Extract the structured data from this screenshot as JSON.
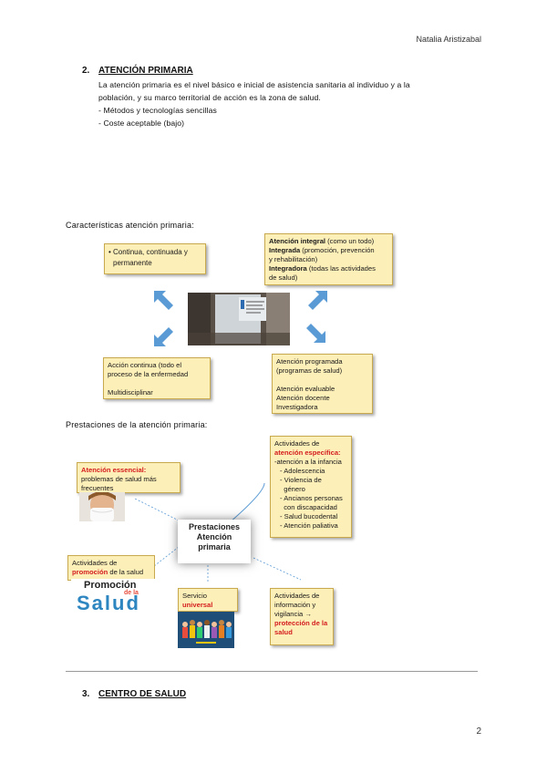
{
  "header": {
    "author": "Natalia Aristizabal"
  },
  "section2": {
    "number": "2.",
    "title": "ATENCIÓN PRIMARIA",
    "paragraph_line1": "La atención primaria es el nivel básico e inicial de asistencia sanitaria al individuo y a la",
    "paragraph_line2": "población, y su marco territorial de acción es la zona de salud.",
    "bullet1": "- Métodos y tecnologías sencillas",
    "bullet2": "- Coste aceptable (bajo)"
  },
  "diagram1": {
    "caption": "Características atención primaria:",
    "box_top_left": {
      "line1": "• Continua, continuada y",
      "line2": "permanente"
    },
    "box_top_right": {
      "l1_bold": "Atención integral",
      "l1_rest": " (como un todo)",
      "l2_bold": "Integrada",
      "l2_rest": " (promoción, prevención",
      "l3": "y rehabilitación)",
      "l4_bold": "Integradora",
      "l4_rest": " (todas las actividades",
      "l5": "de salud)"
    },
    "box_bottom_left": {
      "line1": "Acción continua (todo el",
      "line2": "proceso de la enfermedad",
      "line3": "Multidisciplinar"
    },
    "box_bottom_right": {
      "line1": "Atención programada",
      "line2": "(programas de salud)",
      "line3": "Atención evaluable",
      "line4": "Atención docente",
      "line5": "Investigadora"
    }
  },
  "diagram2": {
    "caption": "Prestaciones de la atención primaria:",
    "center": {
      "line1": "Prestaciones",
      "line2": "Atención",
      "line3": "primaria"
    },
    "box_essential": {
      "title": "Atención essencial:",
      "line1": "problemas de salud más",
      "line2": "frecuentes"
    },
    "box_specific": {
      "line1": "Actividades de",
      "red1": "atención específica:",
      "line2": "-atención a la infancia",
      "items": [
        "- Adolescencia",
        "- Violencia de",
        "  género",
        "- Ancianos personas",
        "  con discapacidad",
        "- Salud bucodental",
        "- Atención paliativa"
      ]
    },
    "box_promotion": {
      "line1": "Actividades de",
      "red": "promoción",
      "rest": " de la salud",
      "logo_text_1": "Promoción",
      "logo_text_2": "de la",
      "logo_text_3": "Salud"
    },
    "box_universal": {
      "line1": "Servicio",
      "red": "universal"
    },
    "box_info": {
      "line1": "Actividades de",
      "line2": "información y",
      "line3": "vigilancia →",
      "red1": "protección de la",
      "red2": "salud"
    }
  },
  "section3": {
    "number": "3.",
    "title": "CENTRO DE SALUD"
  },
  "footer": {
    "page": "2"
  },
  "colors": {
    "box_fill": "#fdefb8",
    "arrow": "#5b9bd5",
    "emphasis": "#d41d1d"
  }
}
